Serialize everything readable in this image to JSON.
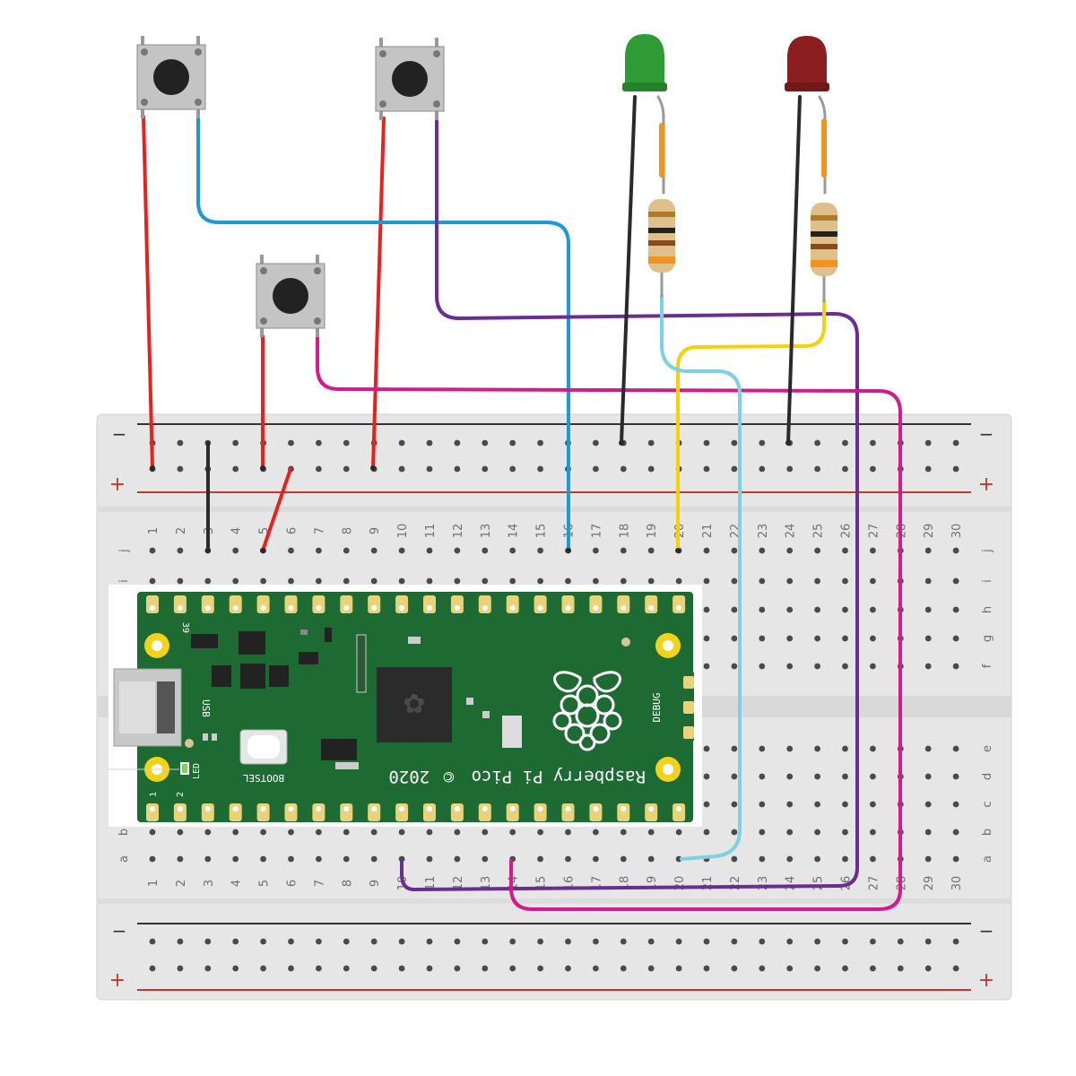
{
  "breadboard": {
    "rail_minus": "−",
    "rail_plus": "+",
    "columns": [
      "1",
      "2",
      "3",
      "4",
      "5",
      "6",
      "7",
      "8",
      "9",
      "10",
      "11",
      "12",
      "13",
      "14",
      "15",
      "16",
      "17",
      "18",
      "19",
      "20",
      "21",
      "22",
      "23",
      "24",
      "25",
      "26",
      "27",
      "28",
      "29",
      "30"
    ],
    "rows_top": [
      "j",
      "i",
      "h",
      "g",
      "f"
    ],
    "rows_bottom": [
      "e",
      "d",
      "c",
      "b",
      "a"
    ]
  },
  "pico": {
    "name": "Raspberry Pi Pico",
    "year": "2020",
    "copyright_symbol": "©",
    "usb_label": "USB",
    "bootsel_label": "BOOTSEL",
    "debug_label": "DEBUG",
    "led_label": "LED",
    "pin_1": "1",
    "pin_2": "2",
    "pin_39": "39"
  },
  "colors": {
    "wire_red": "#e8211d",
    "wire_blue": "#1b9ad6",
    "wire_purple": "#6a2d91",
    "wire_magenta": "#d21c8a",
    "wire_yellow": "#f5d10a",
    "wire_light_blue": "#7fd0e3",
    "wire_black": "#2a2a2a",
    "led_green": "#2e9b34",
    "led_red": "#8b1e1e",
    "pico_board": "#1e6a33"
  }
}
